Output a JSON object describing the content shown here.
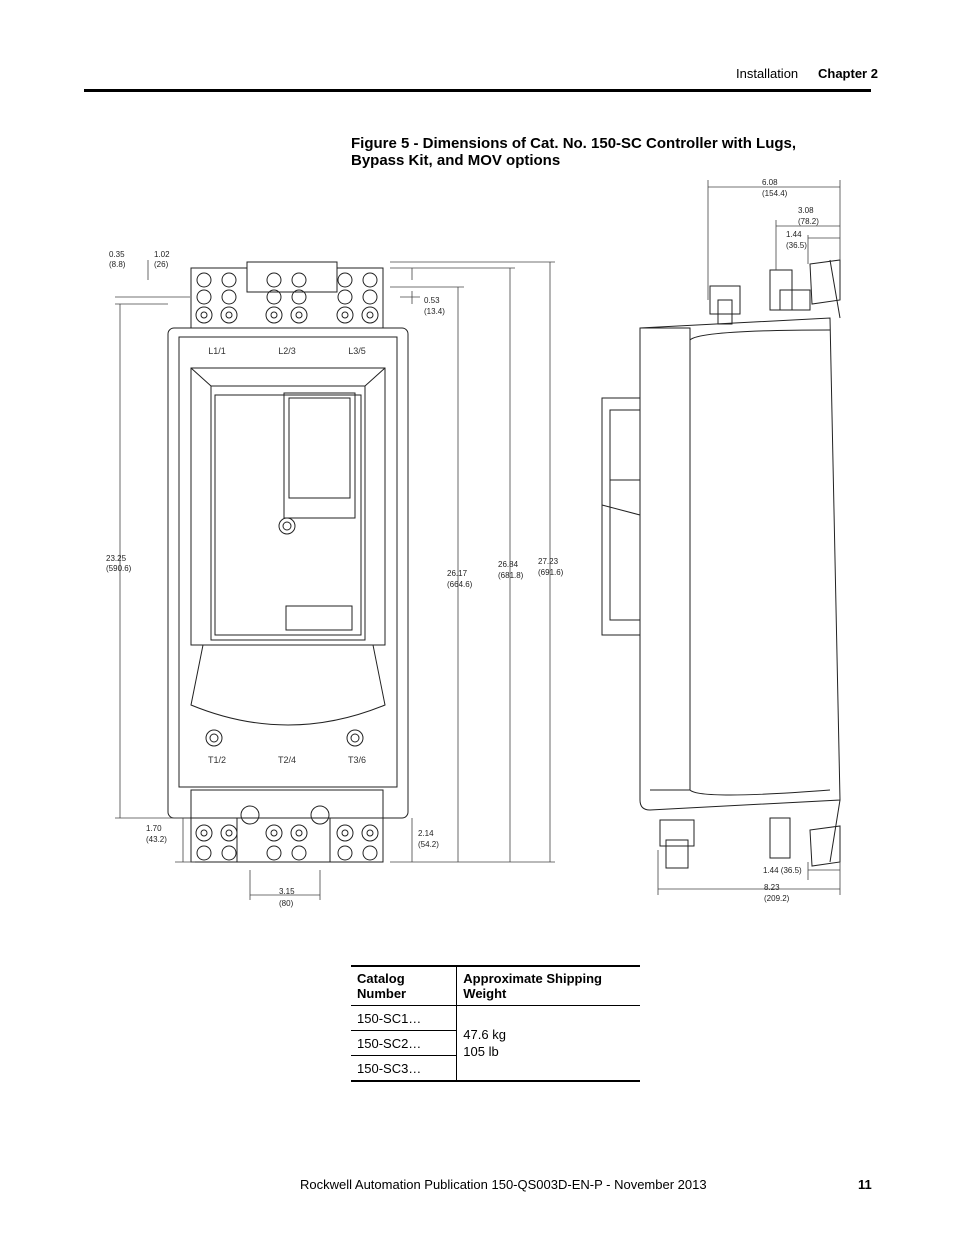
{
  "header": {
    "section": "Installation",
    "chapter": "Chapter 2"
  },
  "figure": {
    "title": "Figure 5 - Dimensions of Cat. No. 150-SC Controller with Lugs, Bypass Kit, and MOV options",
    "front_view": {
      "terminal_labels_top": [
        "L1/1",
        "L2/3",
        "L3/5"
      ],
      "terminal_labels_bottom": [
        "T1/2",
        "T2/4",
        "T3/6"
      ],
      "dims": {
        "d035": [
          "0.35",
          "(8.8)"
        ],
        "d102": [
          "1.02",
          "(26)"
        ],
        "d053": [
          "0.53",
          "(13.4)"
        ],
        "d2325": [
          "23.25",
          "(590.6)"
        ],
        "d2617": [
          "26.17",
          "(664.6)"
        ],
        "d2684": [
          "26.84",
          "(681.8)"
        ],
        "d2723": [
          "27.23",
          "(691.6)"
        ],
        "d170": [
          "1.70",
          "(43.2)"
        ],
        "d214": [
          "2.14",
          "(54.2)"
        ],
        "d315": [
          "3.15",
          "(80)"
        ]
      }
    },
    "side_view": {
      "dims": {
        "d608": [
          "6.08",
          "(154.4)"
        ],
        "d308": [
          "3.08",
          "(78.2)"
        ],
        "d144": [
          "1.44",
          "(36.5)"
        ],
        "d144b": "1.44 (36.5)",
        "d823": [
          "8.23",
          "(209.2)"
        ]
      }
    }
  },
  "table": {
    "headers": [
      "Catalog Number",
      "Approximate Shipping Weight"
    ],
    "rows": [
      "150-SC1…",
      "150-SC2…",
      "150-SC3…"
    ],
    "weight_kg": "47.6 kg",
    "weight_lb": "105 lb"
  },
  "footer": {
    "publication": "Rockwell Automation Publication  150-QS003D-EN-P - November 2013",
    "page_number": "11"
  }
}
